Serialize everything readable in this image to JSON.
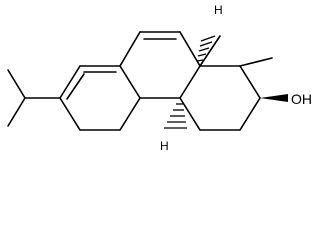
{
  "molecule": {
    "labels": {
      "hydroxyl": "OH",
      "hydrogen_top": "H",
      "hydrogen_bottom": "H"
    },
    "colors": {
      "bond": "#000000",
      "background": "#ffffff"
    }
  }
}
